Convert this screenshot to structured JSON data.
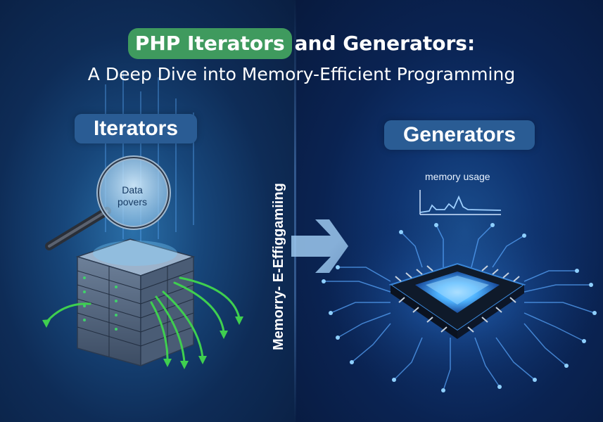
{
  "title": {
    "highlight": "PHP Iterators",
    "rest": "and Generators:",
    "subtitle": "A Deep Dive into Memory-Efficient Programming"
  },
  "left_panel": {
    "label": "Iterators",
    "magnifier_text": [
      "Data",
      "povers"
    ]
  },
  "right_panel": {
    "label": "Generators",
    "chart_label": "memory usage"
  },
  "center": {
    "vertical_text": "Memorry- E-Effiggamiing"
  },
  "colors": {
    "title_highlight": "#3f9a5e",
    "pill_bg": "#2a5c94",
    "arrows_green": "#3fcf4f",
    "chip_glow": "#4fb4ff"
  },
  "icons": [
    "magnifier-icon",
    "server-stack-icon",
    "chevron-arrow-icon",
    "cpu-chip-icon",
    "line-chart-icon"
  ]
}
